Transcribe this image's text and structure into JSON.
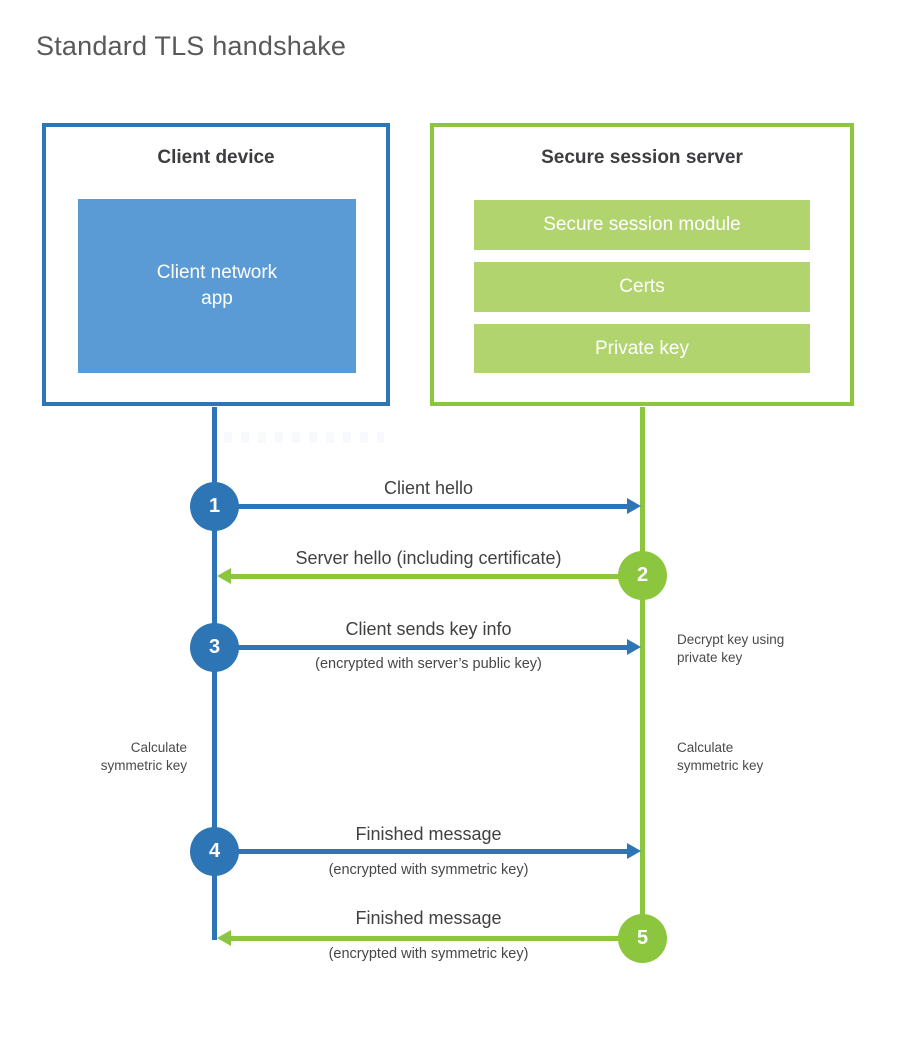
{
  "title": "Standard TLS handshake",
  "client": {
    "title": "Client device",
    "app_label": "Client network\napp"
  },
  "server": {
    "title": "Secure session server",
    "modules": [
      "Secure session module",
      "Certs",
      "Private key"
    ]
  },
  "steps": [
    {
      "num": "1",
      "label": "Client hello",
      "direction": "right",
      "from": "client",
      "to": "server"
    },
    {
      "num": "2",
      "label": "Server hello (including certificate)",
      "direction": "left",
      "from": "server",
      "to": "client"
    },
    {
      "num": "3",
      "label": "Client sends key info",
      "sublabel": "(encrypted with server’s public key)",
      "direction": "right",
      "from": "client",
      "to": "server"
    },
    {
      "num": "4",
      "label": "Finished message",
      "sublabel": "(encrypted with symmetric key)",
      "direction": "right",
      "from": "client",
      "to": "server"
    },
    {
      "num": "5",
      "label": "Finished message",
      "sublabel": "(encrypted with symmetric key)",
      "direction": "left",
      "from": "server",
      "to": "client"
    }
  ],
  "notes": {
    "decrypt": "Decrypt key using\nprivate key",
    "client_calculate": "Calculate\nsymmetric key",
    "server_calculate": "Calculate\nsymmetric key"
  },
  "colors": {
    "blue": "#2e75b6",
    "light_blue": "#5b9bd5",
    "green": "#8cc63f",
    "light_green": "#b1d46f",
    "title_gray": "#58595b",
    "text_dark": "#3d3d40"
  }
}
